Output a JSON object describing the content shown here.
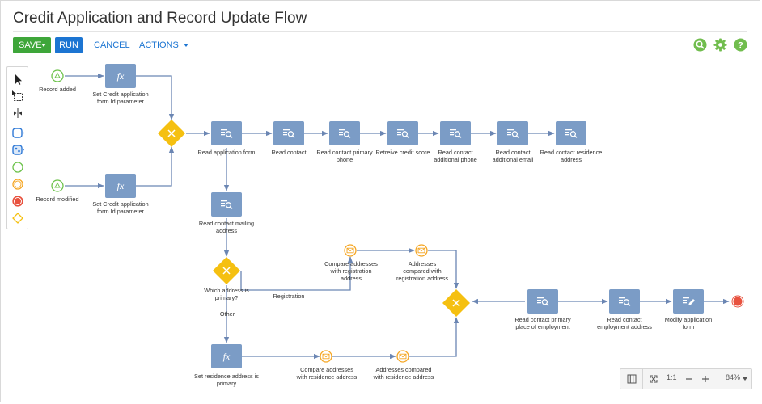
{
  "page": {
    "title": "Credit Application and Record Update Flow"
  },
  "toolbar": {
    "save": "SAVE",
    "run": "RUN",
    "cancel": "CANCEL",
    "actions": "ACTIONS"
  },
  "colors": {
    "task": "#7b9cc6",
    "task_icon": "#ffffff",
    "gateway": "#f5c011",
    "start": "#6cc24a",
    "message": "#f5a623",
    "end": "#e8523f",
    "connector": "#6b86b3",
    "save": "#3ea63a",
    "run": "#1c75d2",
    "icons": "#71bd4e"
  },
  "icons": {
    "search": "search-icon",
    "settings": "gear-icon",
    "help": "help-icon"
  },
  "palette": [
    "pointer-icon",
    "lasso-icon",
    "split-icon",
    "task-icon",
    "subprocess-icon",
    "start-event-icon",
    "intermediate-event-icon",
    "end-event-icon",
    "gateway-icon"
  ],
  "nodes": {
    "record_added": "Record added",
    "record_modified": "Record modified",
    "set_credit_1": "Set Credit application form Id parameter",
    "set_credit_2": "Set Credit application form Id parameter",
    "read_application_form": "Read application form",
    "read_contact": "Read contact",
    "read_contact_primary_phone": "Read contact primary phone",
    "retrieve_credit_score": "Retreive credit score",
    "read_contact_additional_phone": "Read contact additional phone",
    "read_contact_additional_email": "Read contact additional email",
    "read_contact_residence_address": "Read contact residence address",
    "read_contact_mailing_address": "Read contact mailing address",
    "which_address": "Which address is primary?",
    "registration": "Registration",
    "other": "Other",
    "compare_registration": "Compare addresses with registration address",
    "compared_registration": "Addresses compared with registration address",
    "set_residence": "Set residence address is primary",
    "compare_residence": "Compare addresses with residence address",
    "compared_residence": "Addresses compared with residence address",
    "read_place_of_employment": "Read contact primary place of employment",
    "read_employment_address": "Read contact employment address",
    "modify_application_form": "Modify application form"
  },
  "zoom": {
    "ratio": "1:1",
    "level": "84%"
  }
}
